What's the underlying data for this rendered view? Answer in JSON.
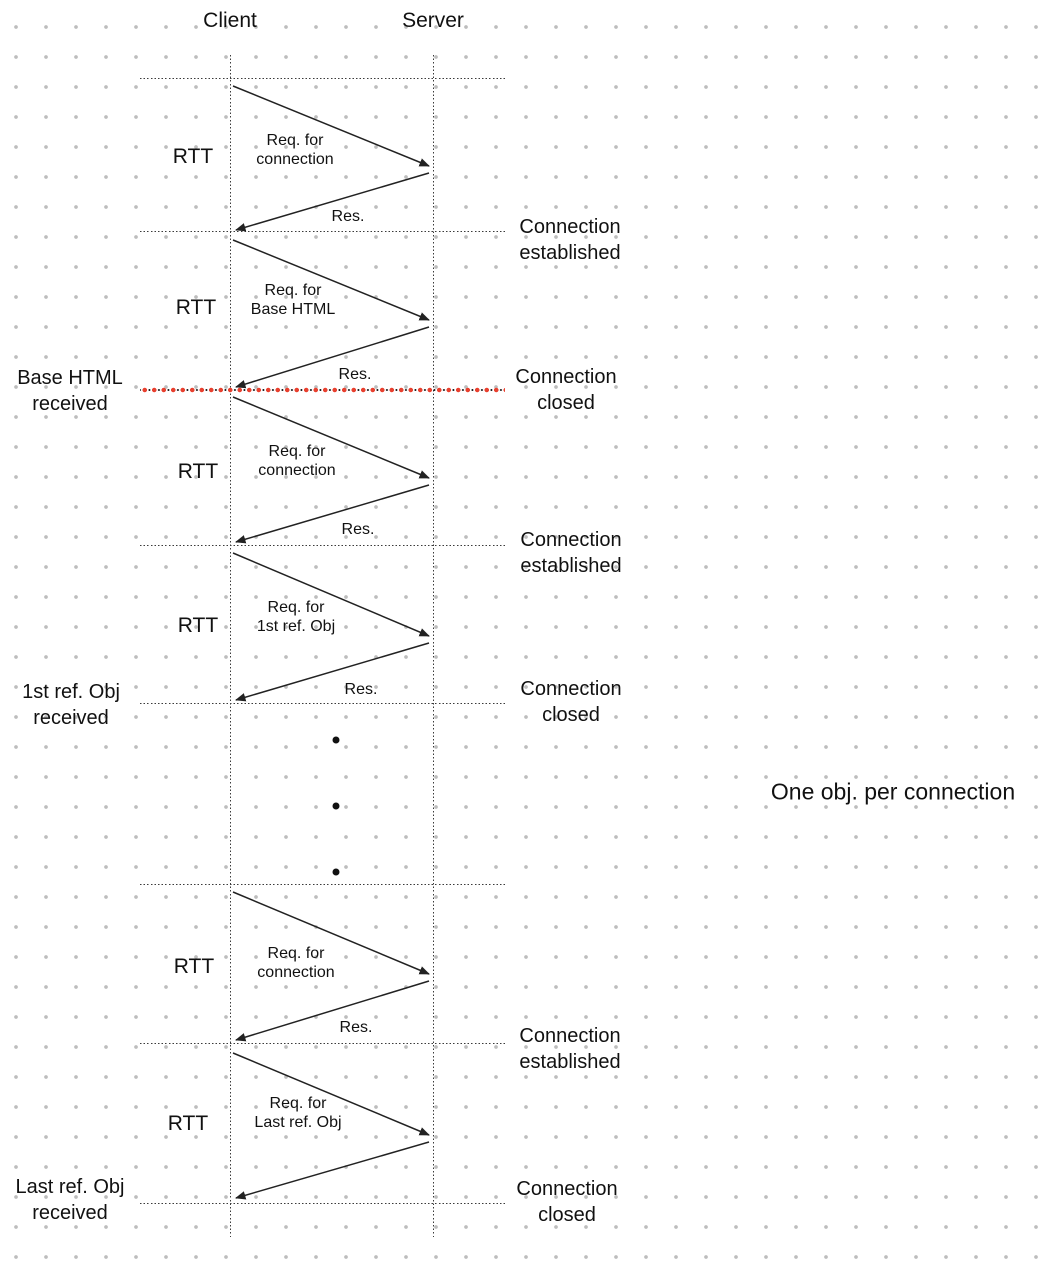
{
  "header": {
    "client": "Client",
    "server": "Server"
  },
  "annotation": {
    "text": "One obj. per connection"
  },
  "colors": {
    "red_line": "#e8402f",
    "arrow": "#222222",
    "grid_dot": "#bdbdbd",
    "text": "#111111"
  },
  "sections": [
    {
      "rtt": "RTT",
      "request": "Req. for\nconnection",
      "response": "Res.",
      "right_event": "Connection\nestablished"
    },
    {
      "rtt": "RTT",
      "request": "Req. for\nBase HTML",
      "response": "Res.",
      "right_event": "Connection\nclosed",
      "left_event": "Base HTML\nreceived"
    },
    {
      "rtt": "RTT",
      "request": "Req. for\nconnection",
      "response": "Res.",
      "right_event": "Connection\nestablished"
    },
    {
      "rtt": "RTT",
      "request": "Req. for\n1st ref. Obj",
      "response": "Res.",
      "right_event": "Connection\nclosed",
      "left_event": "1st ref. Obj\nreceived"
    },
    {
      "rtt": "RTT",
      "request": "Req. for\nconnection",
      "response": "Res.",
      "right_event": "Connection\nestablished"
    },
    {
      "rtt": "RTT",
      "request": "Req. for\nLast ref. Obj",
      "right_event": "Connection\nclosed",
      "left_event": "Last ref. Obj\nreceived"
    }
  ]
}
